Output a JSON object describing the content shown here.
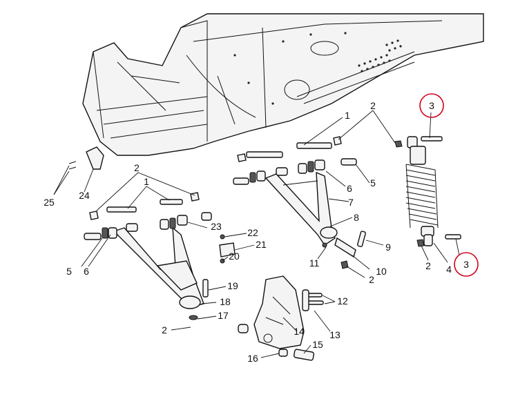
{
  "diagram": {
    "callouts": [
      {
        "id": "c1a",
        "text": "1"
      },
      {
        "id": "c1b",
        "text": "1"
      },
      {
        "id": "c2a",
        "text": "2"
      },
      {
        "id": "c2b",
        "text": "2"
      },
      {
        "id": "c2c",
        "text": "2"
      },
      {
        "id": "c2d",
        "text": "2"
      },
      {
        "id": "c2e",
        "text": "2"
      },
      {
        "id": "c3a",
        "text": "3"
      },
      {
        "id": "c3b",
        "text": "3"
      },
      {
        "id": "c4",
        "text": "4"
      },
      {
        "id": "c5a",
        "text": "5"
      },
      {
        "id": "c5b",
        "text": "5"
      },
      {
        "id": "c6a",
        "text": "6"
      },
      {
        "id": "c6b",
        "text": "6"
      },
      {
        "id": "c7",
        "text": "7"
      },
      {
        "id": "c8",
        "text": "8"
      },
      {
        "id": "c9",
        "text": "9"
      },
      {
        "id": "c10",
        "text": "10"
      },
      {
        "id": "c11",
        "text": "11"
      },
      {
        "id": "c12",
        "text": "12"
      },
      {
        "id": "c13",
        "text": "13"
      },
      {
        "id": "c14",
        "text": "14"
      },
      {
        "id": "c15",
        "text": "15"
      },
      {
        "id": "c16",
        "text": "16"
      },
      {
        "id": "c17",
        "text": "17"
      },
      {
        "id": "c18",
        "text": "18"
      },
      {
        "id": "c19",
        "text": "19"
      },
      {
        "id": "c20",
        "text": "20"
      },
      {
        "id": "c21",
        "text": "21"
      },
      {
        "id": "c22",
        "text": "22"
      },
      {
        "id": "c23",
        "text": "23"
      },
      {
        "id": "c24",
        "text": "24"
      },
      {
        "id": "c25",
        "text": "25"
      }
    ],
    "highlight_color": "#d0021b"
  }
}
